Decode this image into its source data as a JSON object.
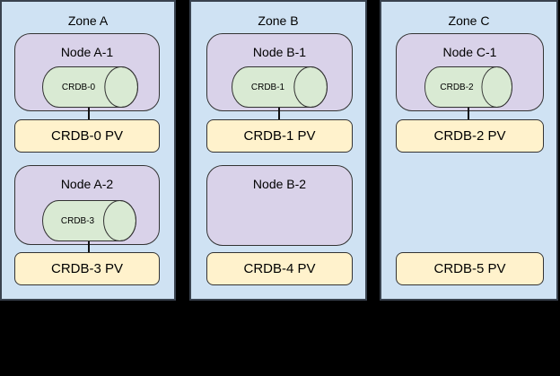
{
  "colors": {
    "background": "#000000",
    "zone-fill": "#cfe2f3",
    "zone-border": "#39424e",
    "node-fill": "#d9d2e9",
    "db-fill": "#d9ead3",
    "pv-fill": "#fff2cc",
    "shape-border": "#333333",
    "connector": "#111111",
    "text": "#000000"
  },
  "zones": [
    {
      "title": "Zone A",
      "rows": [
        {
          "node": {
            "title": "Node A-1",
            "db_label": "CRDB-0"
          },
          "pv_label": "CRDB-0 PV",
          "connected": true
        },
        {
          "node": {
            "title": "Node A-2",
            "db_label": "CRDB-3"
          },
          "pv_label": "CRDB-3 PV",
          "connected": true
        }
      ]
    },
    {
      "title": "Zone B",
      "rows": [
        {
          "node": {
            "title": "Node B-1",
            "db_label": "CRDB-1"
          },
          "pv_label": "CRDB-1 PV",
          "connected": true
        },
        {
          "node": {
            "title": "Node B-2",
            "db_label": null
          },
          "pv_label": "CRDB-4 PV",
          "connected": false
        }
      ]
    },
    {
      "title": "Zone C",
      "rows": [
        {
          "node": {
            "title": "Node C-1",
            "db_label": "CRDB-2"
          },
          "pv_label": "CRDB-2 PV",
          "connected": true
        },
        {
          "node": null,
          "pv_label": "CRDB-5 PV",
          "connected": false
        }
      ]
    }
  ]
}
